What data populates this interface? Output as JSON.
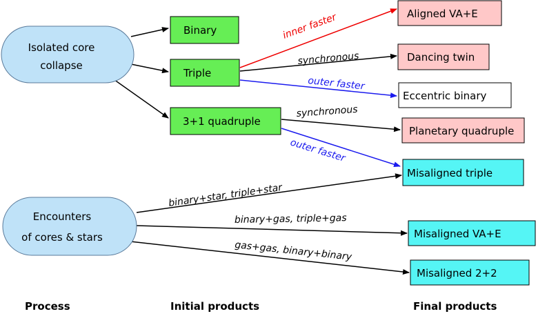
{
  "colors": {
    "process_fill": "#bfe2f8",
    "initial_fill": "#66ee55",
    "aligned_fill": "#ffc8c8",
    "eccentric_fill": "#ffffff",
    "misaligned_fill": "#55f5f5",
    "red_edge": "#ee0000",
    "blue_edge": "#1a1aee",
    "black_edge": "#000000"
  },
  "processes": {
    "isolated": {
      "line1": "Isolated core",
      "line2": "collapse"
    },
    "encounters": {
      "line1": "Encounters",
      "line2": "of cores & stars"
    }
  },
  "initial_products": {
    "binary": "Binary",
    "triple": "Triple",
    "quadruple": "3+1 quadruple"
  },
  "final_products": {
    "aligned_vae": "Aligned VA+E",
    "dancing_twin": "Dancing twin",
    "eccentric_binary": "Eccentric binary",
    "planetary_quadruple": "Planetary quadruple",
    "misaligned_triple": "Misaligned triple",
    "misaligned_vae": "Misaligned VA+E",
    "misaligned_22": "Misaligned 2+2"
  },
  "edge_labels": {
    "inner_faster": "inner faster",
    "synchronous_triple": "synchronous",
    "outer_faster_triple": "outer faster",
    "synchronous_quad": "synchronous",
    "outer_faster_quad": "outer faster",
    "binary_star": "binary+star, triple+star",
    "binary_gas": "binary+gas, triple+gas",
    "gas_gas": "gas+gas, binary+binary"
  },
  "column_headers": {
    "process": "Process",
    "initial": "Initial products",
    "final": "Final products"
  }
}
